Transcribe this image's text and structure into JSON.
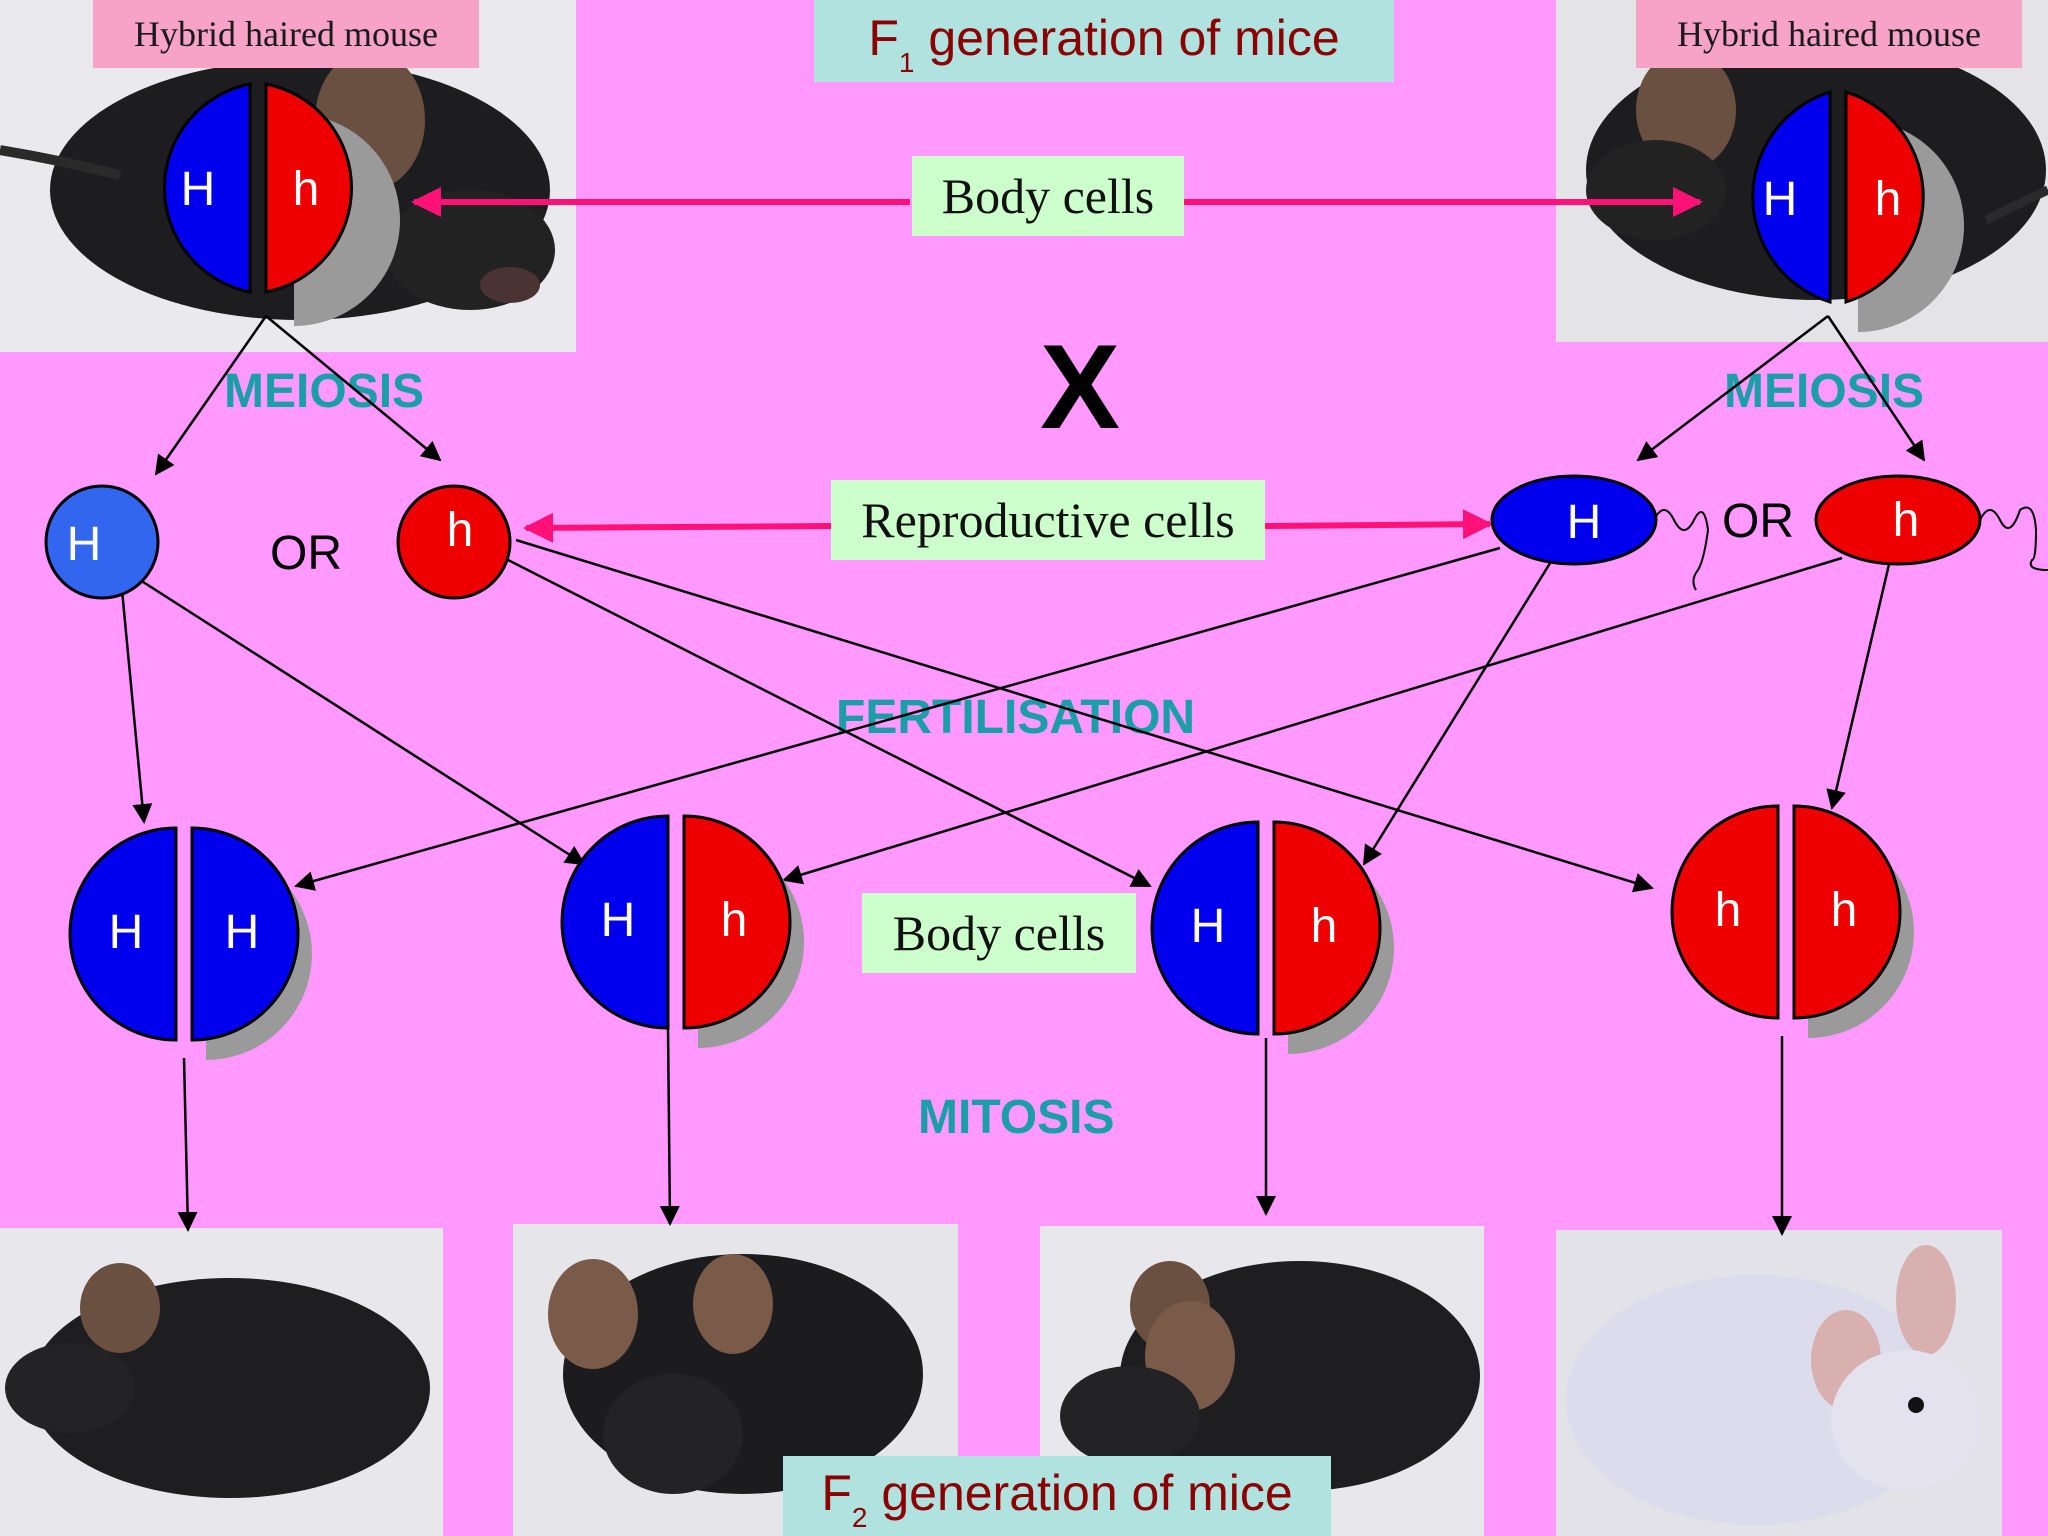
{
  "header": {
    "title_main": "F",
    "title_sub": "1",
    "title_rest": " generation of mice"
  },
  "footer": {
    "title_main": "F",
    "title_sub": "2",
    "title_rest": " generation of mice"
  },
  "parents": {
    "left_label": "Hybrid haired mouse",
    "right_label": "Hybrid haired mouse"
  },
  "labels": {
    "body_cells_top": "Body cells",
    "reproductive_cells": "Reproductive cells",
    "body_cells_bottom": "Body cells",
    "cross_symbol": "X",
    "or_left": "OR",
    "or_right": "OR"
  },
  "processes": {
    "meiosis_left": "MEIOSIS",
    "meiosis_right": "MEIOSIS",
    "fertilisation": "FERTILISATION",
    "mitosis": "MITOSIS"
  },
  "alleles": {
    "dominant": "H",
    "recessive": "h"
  },
  "offspring_genotypes": [
    [
      "H",
      "H"
    ],
    [
      "H",
      "h"
    ],
    [
      "H",
      "h"
    ],
    [
      "h",
      "h"
    ]
  ],
  "colors": {
    "background": "#ff99ff",
    "dominant_blue": "#0000ee",
    "recessive_red": "#ee0000",
    "arrow_pink": "#ff1177",
    "process_teal": "#1a9ea8",
    "title_red": "#8b0000"
  }
}
